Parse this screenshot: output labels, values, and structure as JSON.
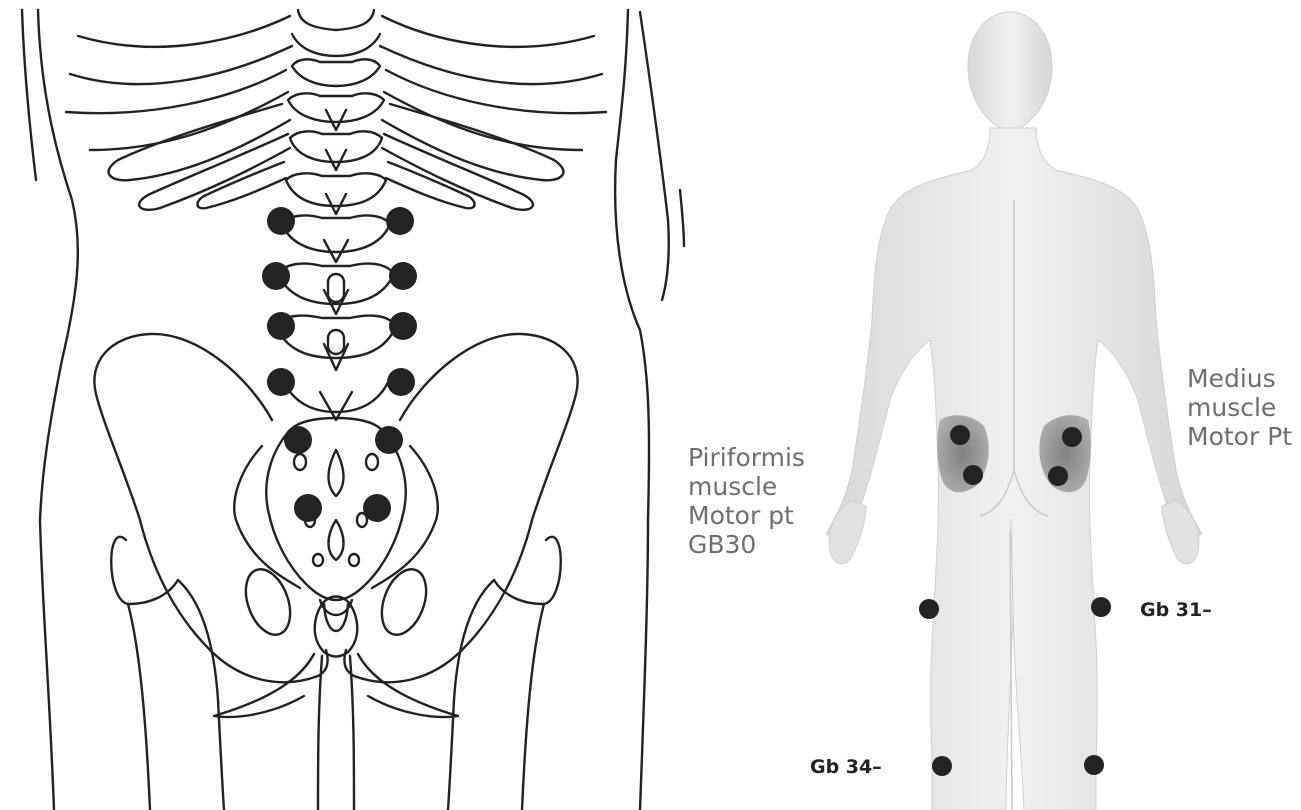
{
  "labels": {
    "piriformis": "Piriformis\nmuscle\nMotor pt\nGB30",
    "medius": "Medius\nmuscle\nMotor Pt",
    "gb31": "Gb 31–",
    "gb34": "Gb 34–"
  },
  "colors": {
    "line": "#222222",
    "point": "#232323",
    "text": "#6f6f6f",
    "body_light": "#ededed",
    "body_mid": "#d9d9d9",
    "muscle_shade": "#8d8d8d"
  },
  "figures": {
    "left": "skeleton-lumbar-pelvis-line-drawing",
    "right": "human-body-back-view"
  }
}
